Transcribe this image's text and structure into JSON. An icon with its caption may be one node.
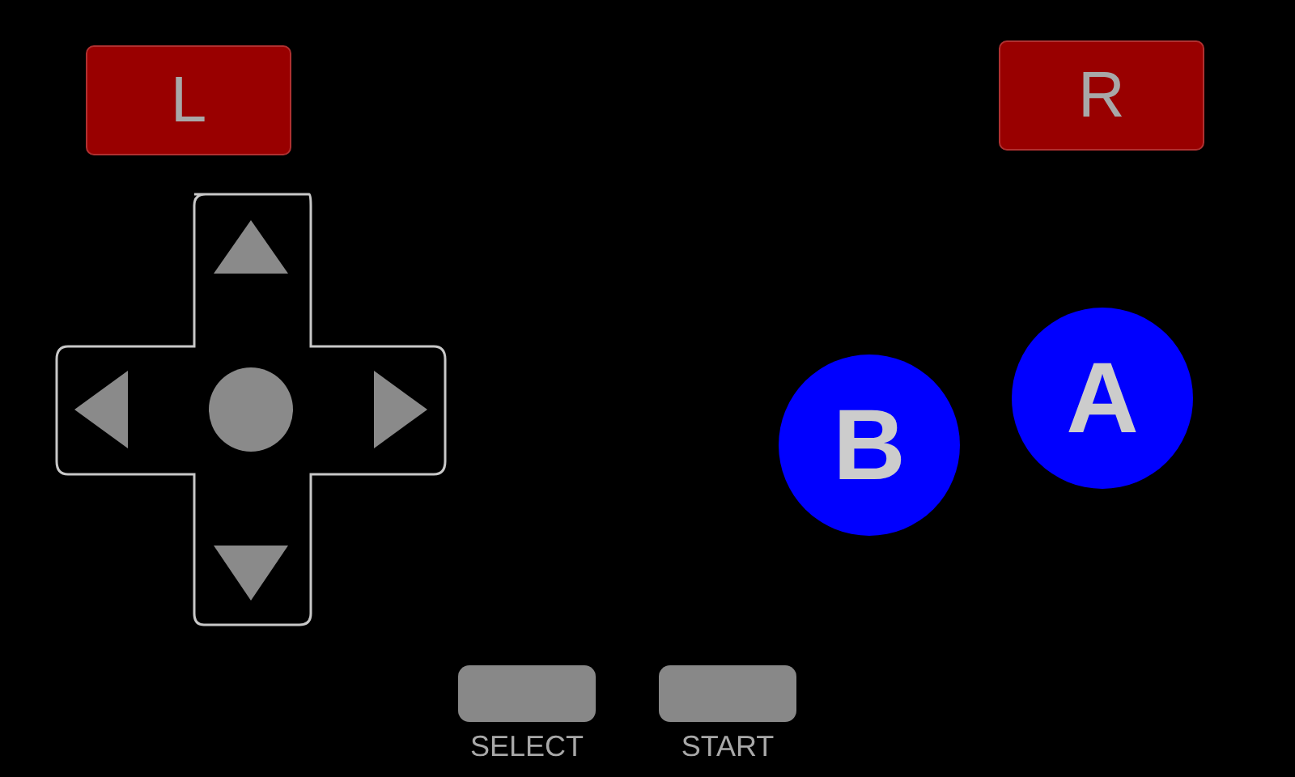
{
  "diagram": {
    "nodes": [
      {
        "text": [
          "L"
        ]
      },
      {
        "text": [
          "R"
        ]
      },
      {
        "text": [],
        "shape": "cross"
      },
      {
        "text": [
          "B"
        ]
      },
      {
        "text": [
          "A"
        ]
      },
      {
        "text": [],
        "shape": "box",
        "beside": [
          "SELECT"
        ]
      },
      {
        "text": [],
        "shape": "box",
        "beside": [
          "START"
        ]
      }
    ]
  }
}
